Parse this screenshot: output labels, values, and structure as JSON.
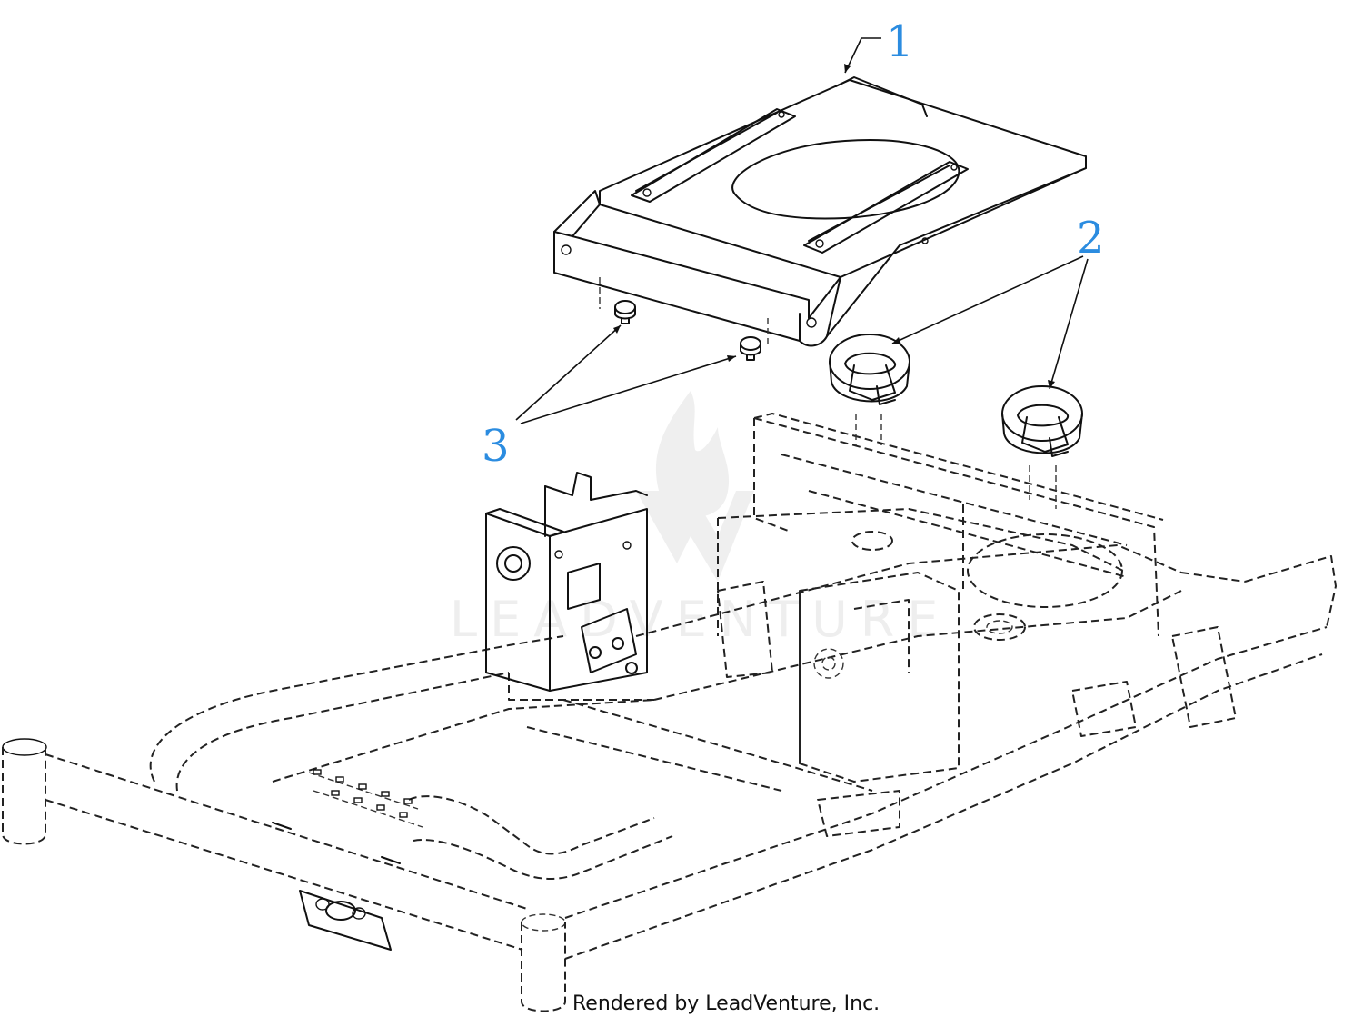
{
  "callouts": {
    "seat_pan": "1",
    "isolator": "2",
    "bolt": "3"
  },
  "watermark": "LEADVENTURE",
  "credit": "Rendered by LeadVenture, Inc.",
  "colors": {
    "callout": "#2b8ce0",
    "line": "#111111",
    "watermark": "#eeeeee"
  },
  "icons": [
    "flame-logo-icon"
  ]
}
